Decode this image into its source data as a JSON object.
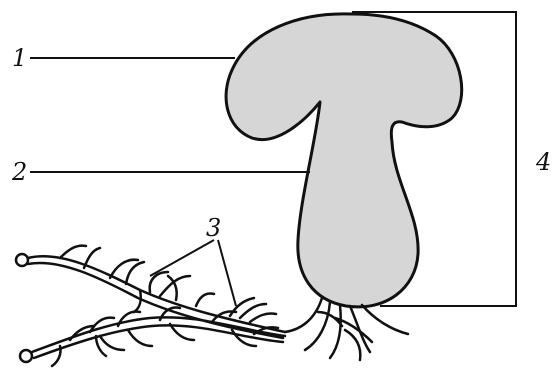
{
  "diagram": {
    "subject": "mushroom-structure",
    "labels": [
      {
        "id": "1",
        "text": "1",
        "part": "cap"
      },
      {
        "id": "2",
        "text": "2",
        "part": "stalk"
      },
      {
        "id": "3",
        "text": "3",
        "part": "mycelium"
      },
      {
        "id": "4",
        "text": "4",
        "part": "fruiting-body"
      }
    ],
    "colors": {
      "ink": "#111111",
      "fill": "#d6d6d6",
      "background": "#ffffff"
    }
  }
}
